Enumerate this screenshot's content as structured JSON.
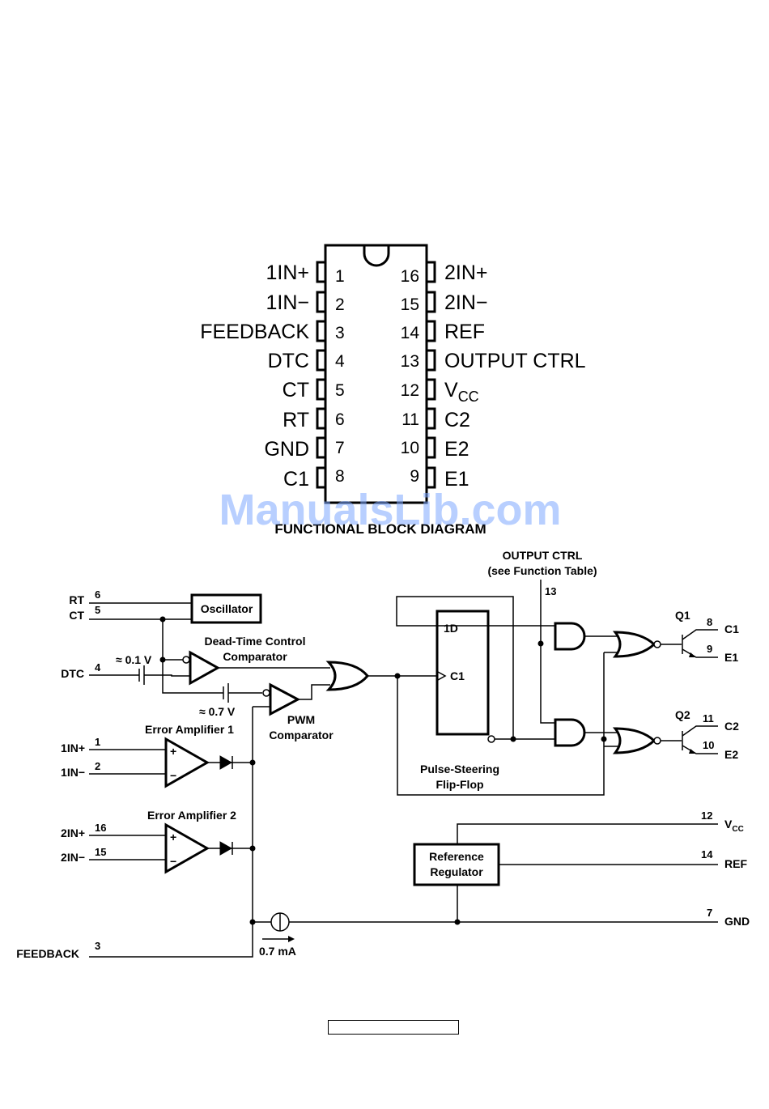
{
  "package": {
    "left_pins": [
      {
        "num": "1",
        "label": "1IN+"
      },
      {
        "num": "2",
        "label": "1IN−"
      },
      {
        "num": "3",
        "label": "FEEDBACK"
      },
      {
        "num": "4",
        "label": "DTC"
      },
      {
        "num": "5",
        "label": "CT"
      },
      {
        "num": "6",
        "label": "RT"
      },
      {
        "num": "7",
        "label": "GND"
      },
      {
        "num": "8",
        "label": "C1"
      }
    ],
    "right_pins": [
      {
        "num": "16",
        "label": "2IN+"
      },
      {
        "num": "15",
        "label": "2IN−"
      },
      {
        "num": "14",
        "label": "REF"
      },
      {
        "num": "13",
        "label": "OUTPUT CTRL"
      },
      {
        "num": "12",
        "label": "V",
        "sub": "CC"
      },
      {
        "num": "11",
        "label": "C2"
      },
      {
        "num": "10",
        "label": "E2"
      },
      {
        "num": "9",
        "label": "E1"
      }
    ]
  },
  "watermark": "ManualsLib.com",
  "block_diagram": {
    "title": "FUNCTIONAL BLOCK DIAGRAM",
    "output_ctrl": {
      "line1": "OUTPUT CTRL",
      "line2": "(see Function Table)",
      "pin": "13"
    },
    "oscillator": "Oscillator",
    "dead_time": {
      "line1": "Dead-Time Control",
      "line2": "Comparator"
    },
    "pwm": {
      "line1": "PWM",
      "line2": "Comparator"
    },
    "ea1": "Error Amplifier 1",
    "ea2": "Error Amplifier 2",
    "flipflop": {
      "line1": "Pulse-Steering",
      "line2": "Flip-Flop",
      "d": "1D",
      "c": "C1"
    },
    "ref_reg": {
      "line1": "Reference",
      "line2": "Regulator"
    },
    "v01": "≈ 0.1 V",
    "v07": "≈ 0.7 V",
    "ma": "0.7 mA",
    "plus": "+",
    "minus": "−",
    "left_signals": [
      {
        "label": "RT",
        "pin": "6"
      },
      {
        "label": "CT",
        "pin": "5"
      },
      {
        "label": "DTC",
        "pin": "4"
      },
      {
        "label": "1IN+",
        "pin": "1"
      },
      {
        "label": "1IN−",
        "pin": "2"
      },
      {
        "label": "2IN+",
        "pin": "16"
      },
      {
        "label": "2IN−",
        "pin": "15"
      },
      {
        "label": "FEEDBACK",
        "pin": "3"
      }
    ],
    "q1": {
      "label": "Q1",
      "c": "C1",
      "c_pin": "8",
      "e": "E1",
      "e_pin": "9"
    },
    "q2": {
      "label": "Q2",
      "c": "C2",
      "c_pin": "11",
      "e": "E2",
      "e_pin": "10"
    },
    "vcc": {
      "label": "V",
      "sub": "CC",
      "pin": "12"
    },
    "ref": {
      "label": "REF",
      "pin": "14"
    },
    "gnd": {
      "label": "GND",
      "pin": "7"
    }
  }
}
